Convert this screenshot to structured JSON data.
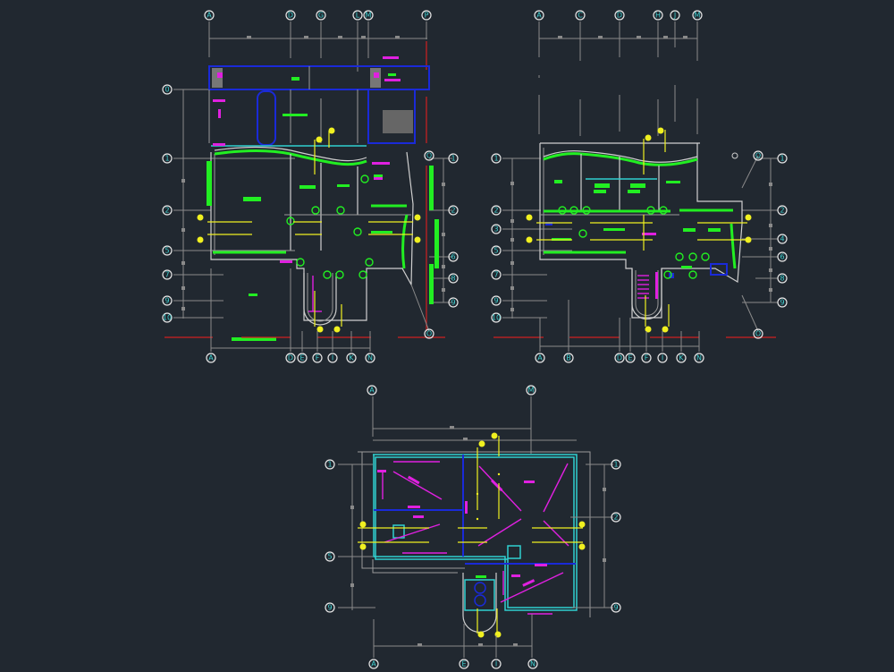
{
  "canvas": {
    "background": "#212830"
  },
  "colors": {
    "grid_bubble_text": "#3fd0d0",
    "walls": "#cfcfcf",
    "dimension_lines": "#8a8a8a",
    "blue_layer": "#1a2ad8",
    "green_layer": "#22ee22",
    "magenta_layer": "#e020e0",
    "yellow_layer": "#f0f020",
    "cyan_layer": "#30d0d0",
    "section_lines": "#d02020"
  },
  "plans": [
    {
      "id": "plan-1",
      "top_grid": [
        "A",
        "D",
        "G",
        "L",
        "M",
        "P"
      ],
      "bottom_grid": [
        "A",
        "D",
        "E",
        "F",
        "I",
        "K",
        "N"
      ],
      "left_grid": [
        "0",
        "1",
        "2",
        "5",
        "7",
        "9",
        "10"
      ],
      "right_grid": [
        "1",
        "2",
        "6",
        "8",
        "9"
      ],
      "marker_O": [
        "O",
        "O"
      ],
      "section_marks": [
        "1",
        "1",
        "1",
        "1",
        "1",
        "1",
        "1",
        "1"
      ]
    },
    {
      "id": "plan-2",
      "top_grid": [
        "A",
        "C",
        "D",
        "H",
        "J",
        "M"
      ],
      "bottom_grid": [
        "A",
        "B",
        "D",
        "E",
        "F",
        "I",
        "K",
        "N"
      ],
      "left_grid": [
        "1",
        "2",
        "3",
        "5",
        "7",
        "9",
        "10"
      ],
      "right_grid": [
        "1",
        "2",
        "4",
        "6",
        "8",
        "9"
      ],
      "marker_O": [
        "O",
        "O"
      ],
      "section_marks": [
        "1",
        "1",
        "1",
        "1",
        "1",
        "1",
        "1",
        "1"
      ]
    },
    {
      "id": "plan-3",
      "top_grid": [
        "A",
        "M"
      ],
      "bottom_grid": [
        "A",
        "E",
        "I",
        "N"
      ],
      "left_grid": [
        "1",
        "5",
        "9"
      ],
      "right_grid": [
        "1",
        "2",
        "9"
      ],
      "section_marks": [
        "1",
        "1",
        "1",
        "1",
        "1",
        "1",
        "1",
        "1"
      ]
    }
  ]
}
